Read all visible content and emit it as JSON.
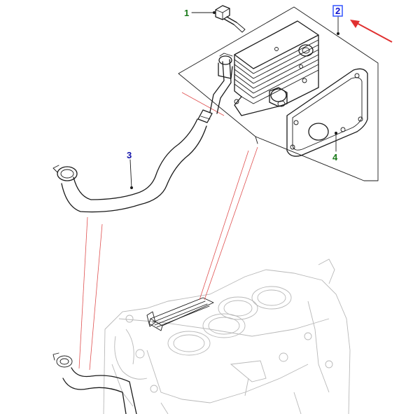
{
  "callouts": [
    {
      "id": "1",
      "label": "1",
      "color": "#1a7a1a"
    },
    {
      "id": "2",
      "label": "2",
      "color": "#1111cc",
      "highlight": "#3355ff"
    },
    {
      "id": "3",
      "label": "3",
      "color": "#1111aa"
    },
    {
      "id": "4",
      "label": "4",
      "color": "#1a7a1a"
    }
  ],
  "colors": {
    "line": "#1a1a1a",
    "ghost": "#b8b8b8",
    "leader_red": "#e05050",
    "arrow": "#e03030"
  },
  "icons": {
    "pointer": "red-arrow-icon"
  }
}
